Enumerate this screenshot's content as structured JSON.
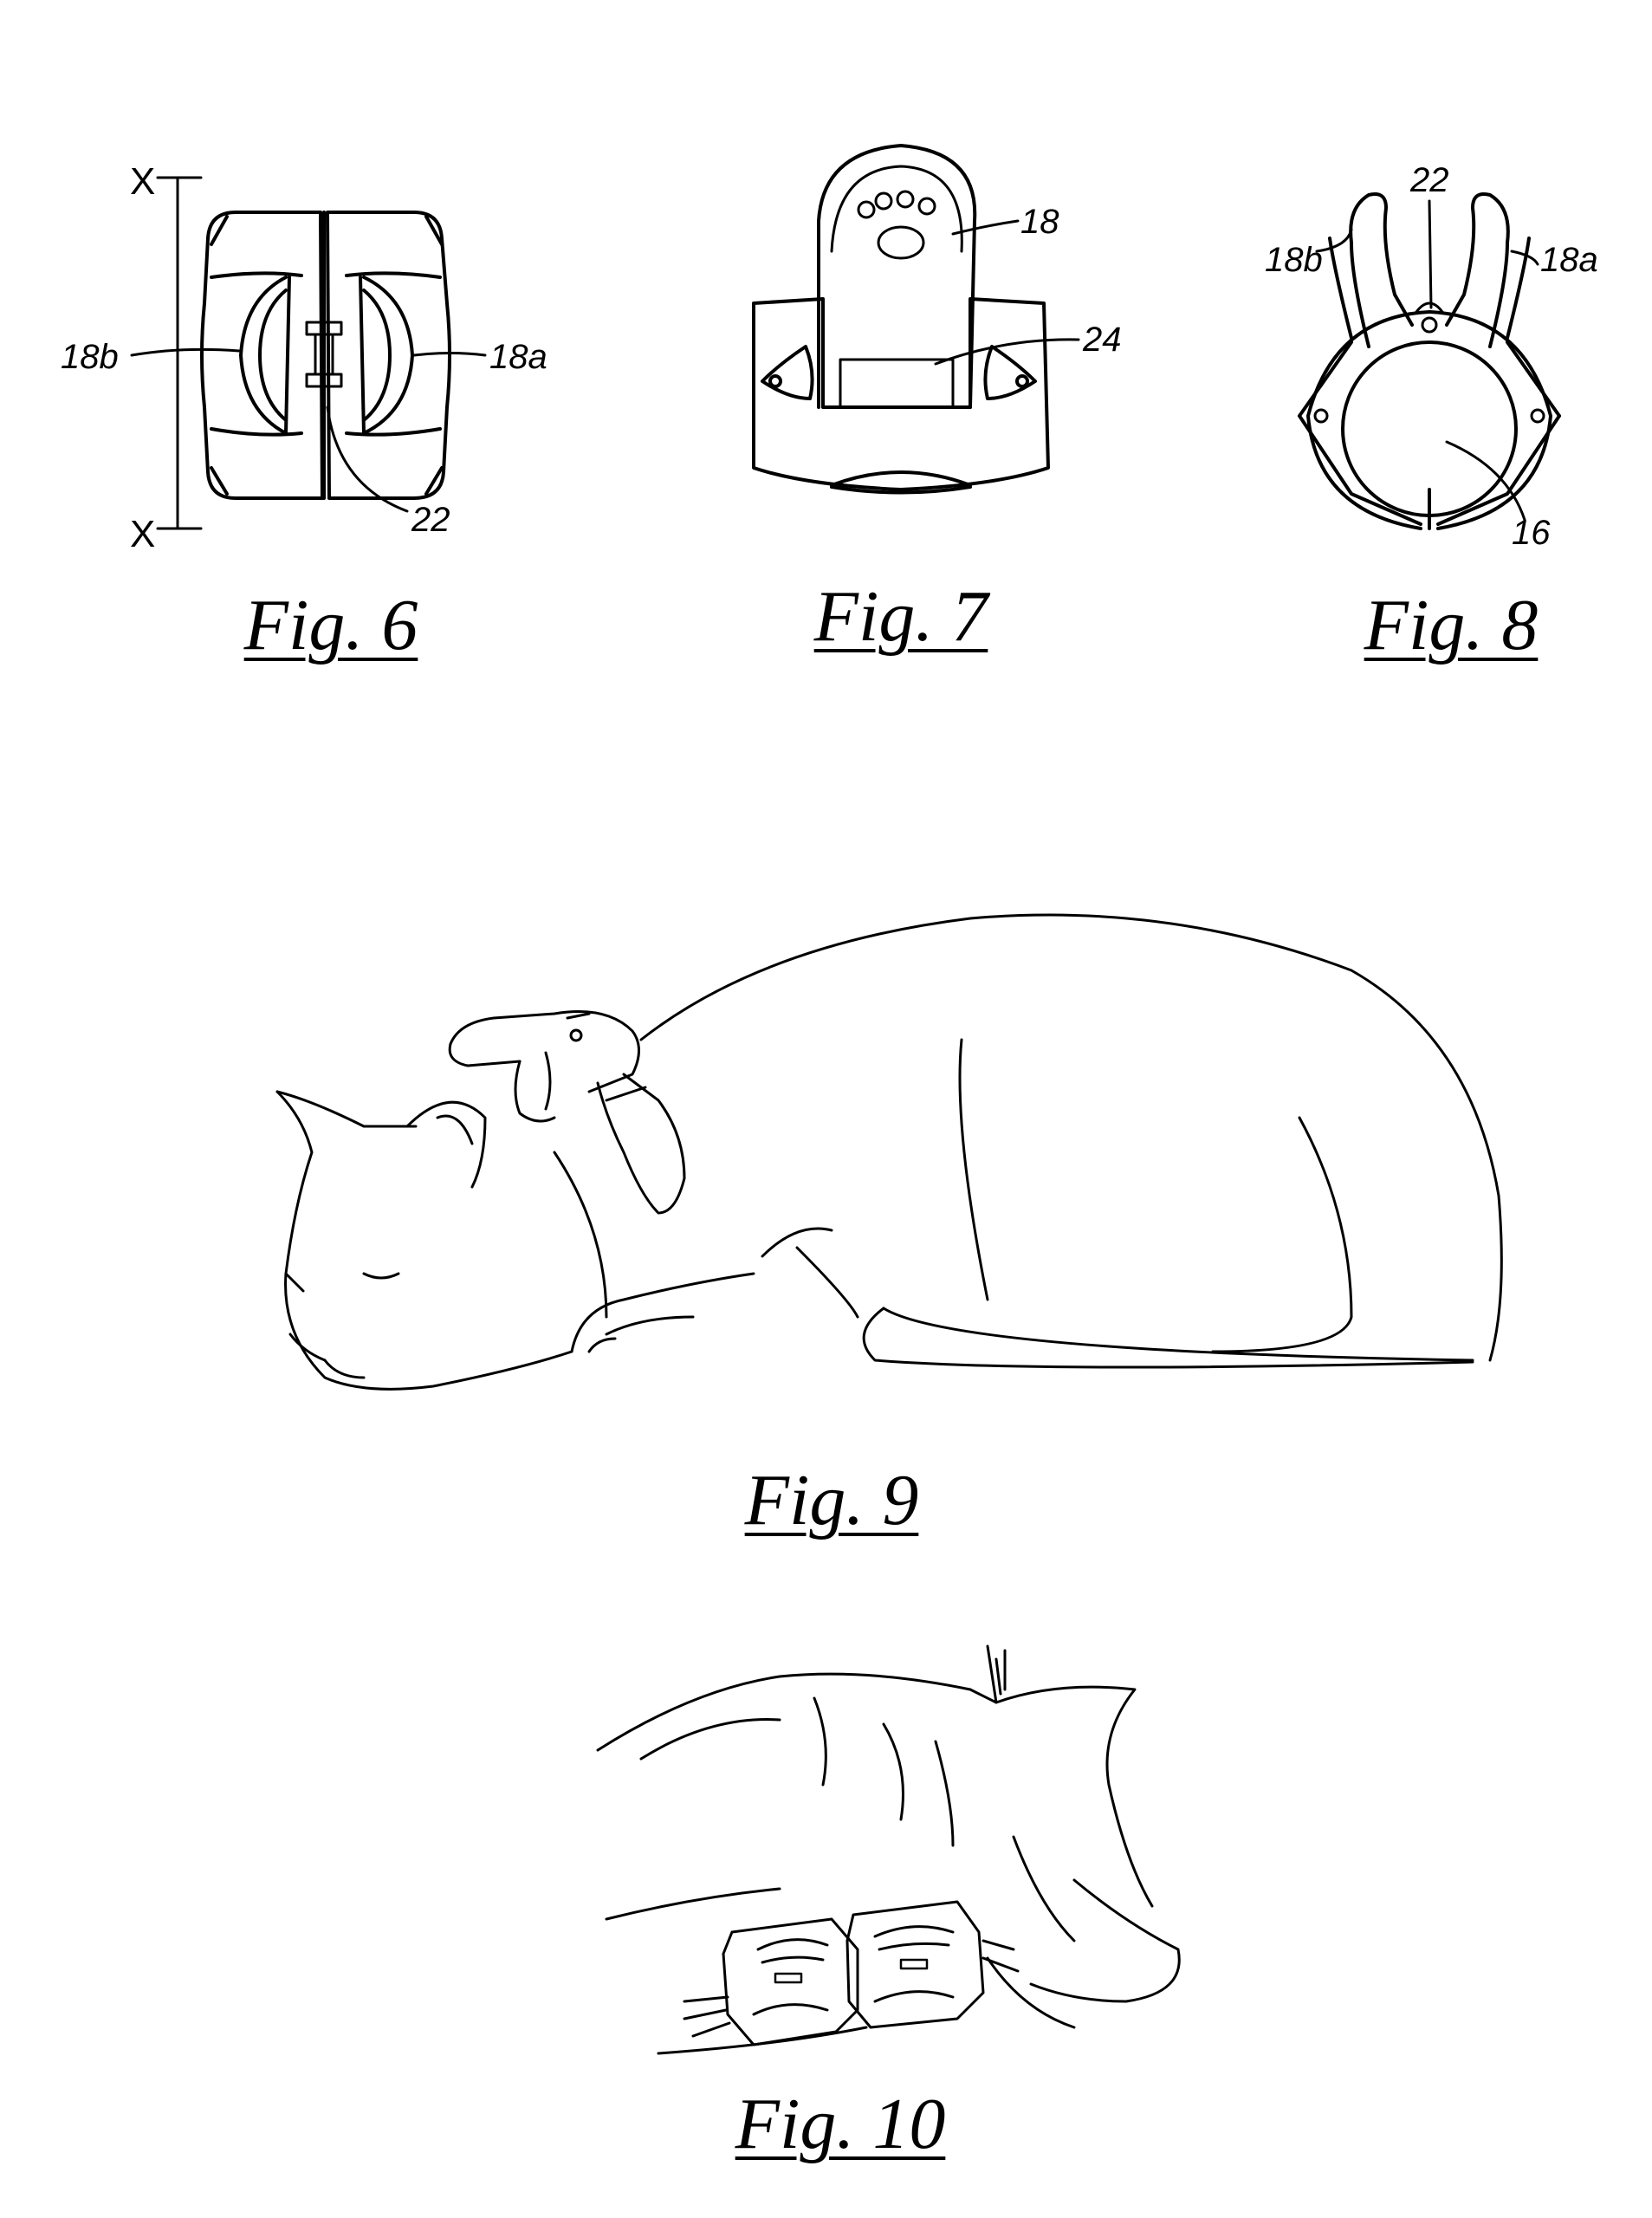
{
  "figures": {
    "fig6": {
      "caption": "Fig. 6",
      "labels": {
        "left_wing": "18b",
        "right_wing": "18a",
        "hinge": "22",
        "axis_top": "X",
        "axis_bottom": "X"
      }
    },
    "fig7": {
      "caption": "Fig. 7",
      "labels": {
        "clip": "18",
        "base": "24"
      }
    },
    "fig8": {
      "caption": "Fig. 8",
      "labels": {
        "left_arm": "18b",
        "hinge": "22",
        "right_arm": "18a",
        "ring": "16"
      }
    },
    "fig9": {
      "caption": "Fig. 9"
    },
    "fig10": {
      "caption": "Fig. 10"
    }
  },
  "colors": {
    "ink": "#000000",
    "paper": "#ffffff"
  }
}
